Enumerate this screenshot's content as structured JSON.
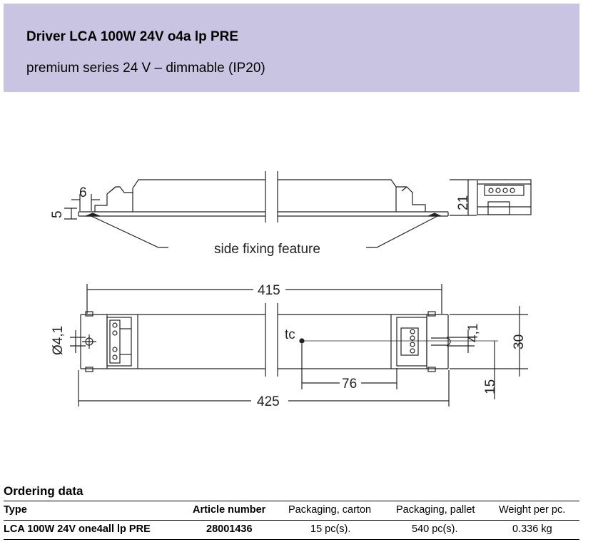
{
  "header": {
    "title": "Driver LCA 100W 24V o4a lp PRE",
    "subtitle": "premium series 24 V – dimmable (IP20)"
  },
  "drawing": {
    "dim_6": "6",
    "dim_5": "5",
    "dim_21": "21",
    "side_fixing_label": "side fixing feature",
    "dim_415": "415",
    "dim_phi41_left": "Ø4,1",
    "tc_label": "tc",
    "dim_41_right": "4,1",
    "dim_30": "30",
    "dim_76": "76",
    "dim_15": "15",
    "dim_425": "425"
  },
  "ordering": {
    "title": "Ordering data",
    "headers": [
      "Type",
      "Article number",
      "Packaging, carton",
      "Packaging, pallet",
      "Weight per pc."
    ],
    "rows": [
      [
        "LCA 100W 24V one4all lp PRE",
        "28001436",
        "15 pc(s).",
        "540 pc(s).",
        "0.336 kg"
      ]
    ]
  }
}
